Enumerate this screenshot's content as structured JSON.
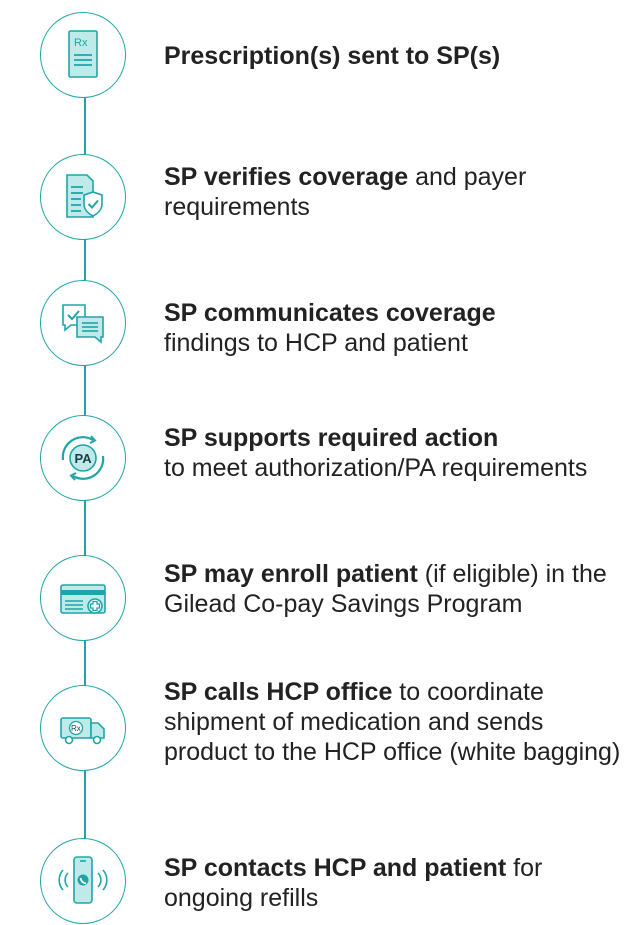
{
  "steps": [
    {
      "bold": "Prescription(s) sent to SP(s)",
      "normal": "",
      "icon": "rx-document-icon"
    },
    {
      "bold": "SP verifies coverage",
      "normal": " and payer requirements",
      "icon": "document-shield-check-icon"
    },
    {
      "bold": "SP communicates coverage",
      "normal": " findings to HCP and patient",
      "icon": "chat-bubbles-check-icon"
    },
    {
      "bold": "SP supports required action",
      "normal": " to meet authorization/PA requirements",
      "icon": "pa-cycle-icon"
    },
    {
      "bold": "SP may enroll patient",
      "normal": " (if eligible) in the Gilead Co-pay Savings Program",
      "icon": "savings-card-icon"
    },
    {
      "bold": "SP calls HCP office",
      "normal": " to coordinate shipment of medication and sends product to the HCP office (white bagging)",
      "icon": "rx-delivery-truck-icon"
    },
    {
      "bold": "SP contacts HCP and patient",
      "normal": " for ongoing refills",
      "icon": "ringing-phone-icon"
    }
  ],
  "icon_labels": {
    "rx": "Rx",
    "pa": "PA",
    "truck_rx": "Rx"
  },
  "colors": {
    "accent": "#1fa5a8",
    "icon_fill": "#bfeaea",
    "text": "#222222"
  }
}
